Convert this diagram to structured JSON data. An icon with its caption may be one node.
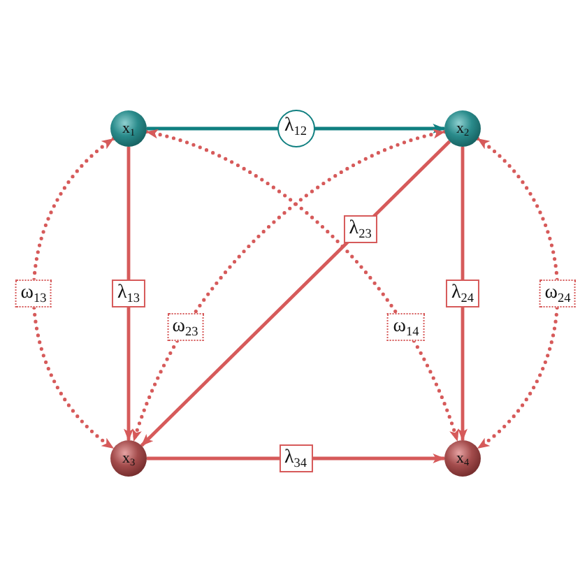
{
  "diagram": {
    "nodes": [
      {
        "text": [
          "x$_{1}$"
        ]
      },
      {
        "text": [
          "x$_{2}$"
        ]
      },
      {
        "text": [
          "x$_{3}$"
        ]
      },
      {
        "text": [
          "x$_{4}$"
        ]
      }
    ],
    "edges": [
      {
        "from": 0,
        "to": 1,
        "arrow": "to",
        "label": "λ$_{12}$",
        "color": "#0f7f80"
      },
      {
        "from": 0,
        "to": 2,
        "arrow": "to",
        "label": "λ$_{13}$"
      },
      {
        "from": 1,
        "to": 2,
        "arrow": "to",
        "label": "λ$_{23}$"
      },
      {
        "from": 1,
        "to": 3,
        "arrow": "to",
        "label": "λ$_{24}$"
      },
      {
        "from": 2,
        "to": 3,
        "arrow": "to",
        "label": "λ$_{34}$"
      },
      {
        "from": 0,
        "to": 2,
        "arrow": "both",
        "label": "ω$_{13}$",
        "style": "dashed"
      },
      {
        "from": 1,
        "to": 2,
        "arrow": "both",
        "label": "ω$_{23}$",
        "style": "dashed"
      },
      {
        "from": 0,
        "to": 3,
        "arrow": "both",
        "label": "ω$_{14}$",
        "style": "dashed"
      },
      {
        "from": 1,
        "to": 3,
        "arrow": "both",
        "label": "ω$_{24}$",
        "style": "dashed"
      }
    ]
  }
}
